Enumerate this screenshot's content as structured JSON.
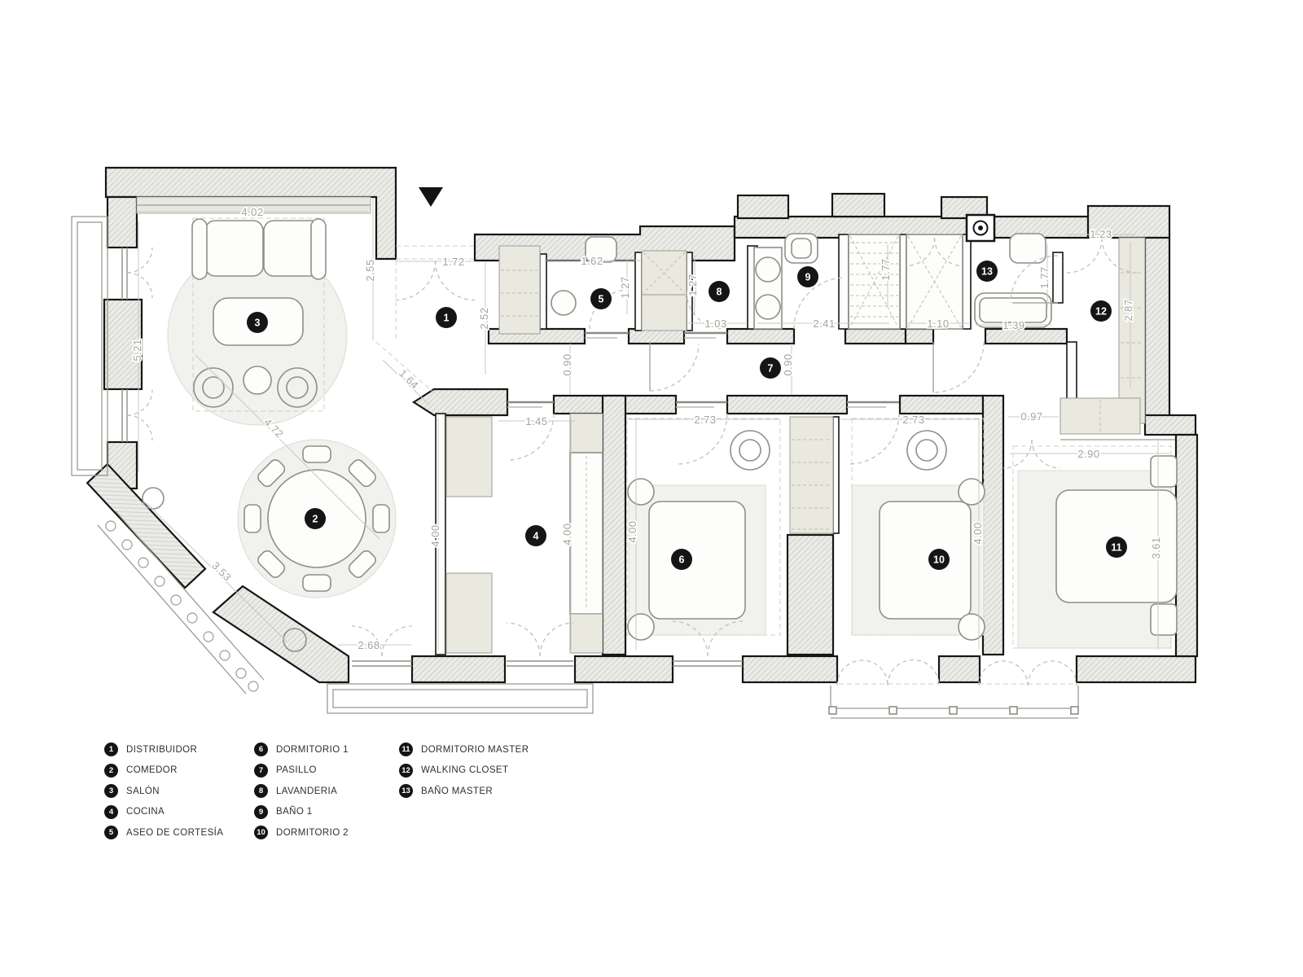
{
  "colors": {
    "wall_fill": "#ebebe7",
    "cabinet_fill": "#e9e9df",
    "dimension_text": "#a4a49d",
    "wall_line": "#161616"
  },
  "plan": {
    "badges": [
      "1",
      "2",
      "3",
      "4",
      "5",
      "6",
      "7",
      "8",
      "9",
      "10",
      "11",
      "12",
      "13"
    ],
    "dims": [
      "4.02",
      "2.55",
      "5.21",
      "1.64",
      "4.72",
      "3.53",
      "2.68",
      "1.72",
      "2.52",
      "1.62",
      "1.27",
      "1.27",
      "0.90",
      "1.03",
      "2.41",
      "0.90",
      "1.77",
      "1.10",
      "1.39",
      "1.77",
      "1.23",
      "2.87",
      "0.97",
      "1.45",
      "4.00",
      "4.00",
      "4.00",
      "2.73",
      "2.73",
      "4.00",
      "2.90",
      "3.61"
    ]
  },
  "legend": {
    "columns": [
      [
        {
          "number": "1",
          "label": "DISTRIBUIDOR"
        },
        {
          "number": "2",
          "label": "COMEDOR"
        },
        {
          "number": "3",
          "label": "SALÓN"
        },
        {
          "number": "4",
          "label": "COCINA"
        },
        {
          "number": "5",
          "label": "ASEO DE CORTESÍA"
        }
      ],
      [
        {
          "number": "6",
          "label": "DORMITORIO 1"
        },
        {
          "number": "7",
          "label": "PASILLO"
        },
        {
          "number": "8",
          "label": "LAVANDERIA"
        },
        {
          "number": "9",
          "label": "BAÑO 1"
        },
        {
          "number": "10",
          "label": "DORMITORIO 2"
        }
      ],
      [
        {
          "number": "11",
          "label": "DORMITORIO MASTER"
        },
        {
          "number": "12",
          "label": "WALKING CLOSET"
        },
        {
          "number": "13",
          "label": "BAÑO MASTER"
        }
      ]
    ]
  }
}
